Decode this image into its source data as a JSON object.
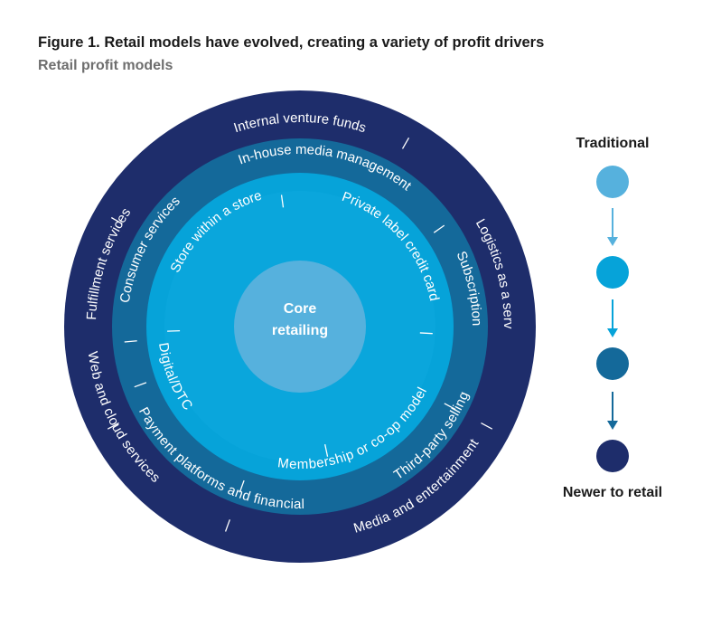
{
  "header": {
    "title": "Figure 1. Retail models have evolved, creating a variety of profit drivers",
    "subtitle": "Retail profit models"
  },
  "colors": {
    "ring_outer": "#1e2d6b",
    "ring_third": "#14699a",
    "ring_second": "#06a3d9",
    "core": "#56b1dd"
  },
  "core": {
    "line1": "Core",
    "line2": "retailing"
  },
  "rings": {
    "outer": {
      "items": [
        "Internal venture funds",
        "Logistics as a service",
        "Media and entertainment",
        "Web and cloud services",
        "Fulfillment services"
      ]
    },
    "third": {
      "items": [
        "In-house media management",
        "Subscription",
        "Third-party selling",
        "Payment platforms and financial",
        "Consumer services"
      ]
    },
    "second": {
      "items": [
        "Private label credit card",
        "Membership or co-op model",
        "Digital/DTC",
        "Store within a store"
      ]
    }
  },
  "legend": {
    "top_label": "Traditional",
    "bottom_label": "Newer to retail",
    "circle_colors": [
      "#56b1dd",
      "#06a3d9",
      "#14699a",
      "#1e2d6b"
    ]
  }
}
